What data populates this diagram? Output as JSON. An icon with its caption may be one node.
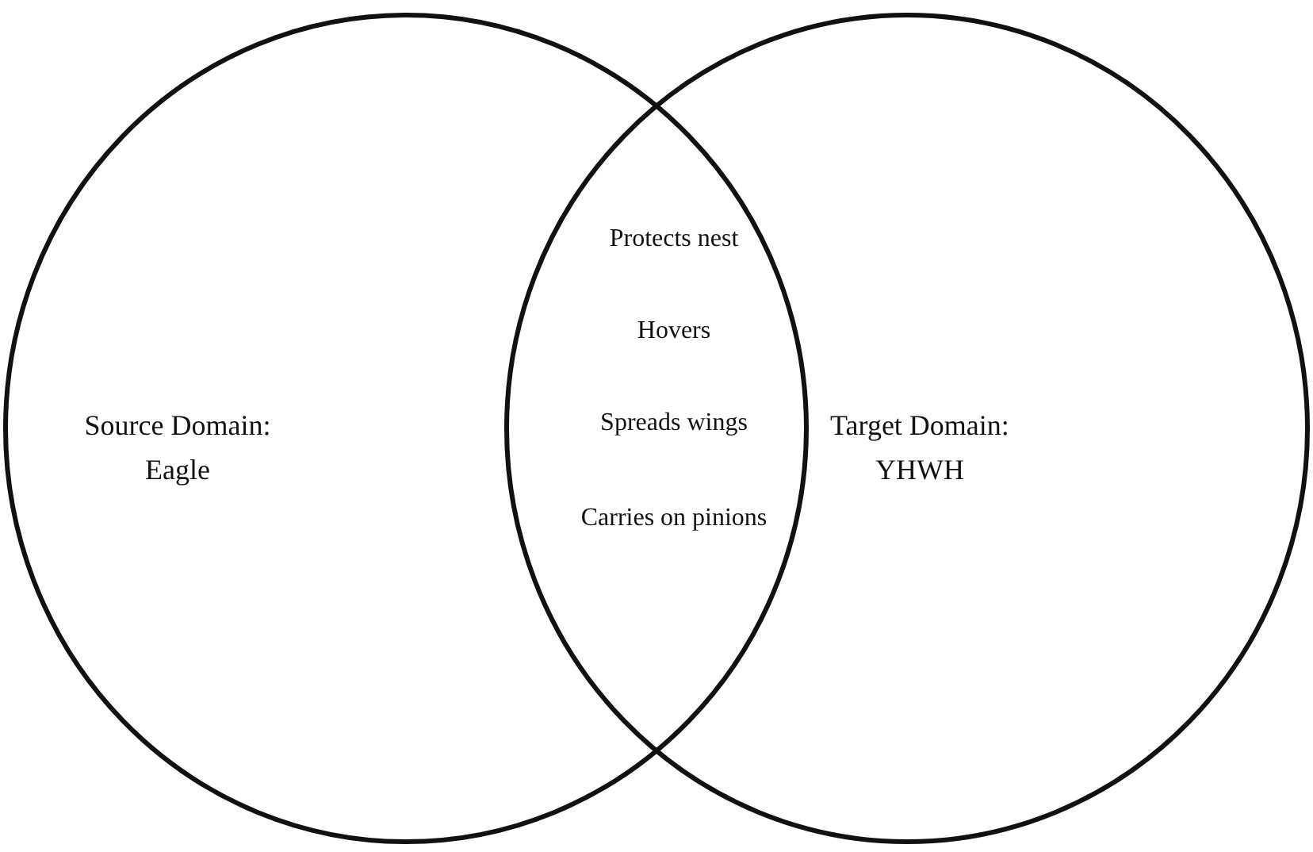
{
  "diagram": {
    "nodes": [
      {
        "text": [
          "Source Domain: Eagle"
        ]
      },
      {
        "text": [
          "Target Domain: YHWH"
        ]
      }
    ],
    "labels": [
      "Protects nest",
      "Hovers",
      "Spreads wings",
      "Carries on pinions"
    ]
  }
}
